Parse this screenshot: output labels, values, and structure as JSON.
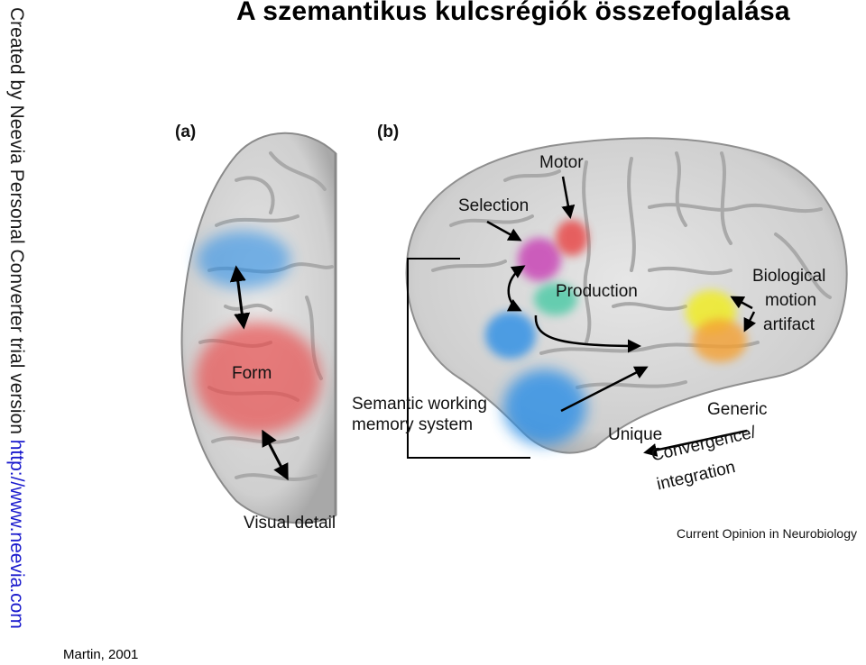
{
  "title": "A szemantikus kulcsrégiók összefoglalása",
  "watermark": {
    "text": "Created by Neevia Personal Converter trial version ",
    "link": "http://www.neevia.com"
  },
  "panel_a": {
    "label": "(a)",
    "form_label": "Form",
    "visual_detail_label": "Visual detail"
  },
  "panel_b": {
    "label": "(b)",
    "motor_label": "Motor",
    "selection_label": "Selection",
    "production_label": "Production",
    "biological_label": "Biological",
    "motion_label": "motion",
    "artifact_label": "artifact",
    "semantic_line1": "Semantic working",
    "semantic_line2": "memory system",
    "generic_label": "Generic",
    "unique_label": "Unique",
    "convergence_line1": "Convergence/",
    "convergence_line2": "integration"
  },
  "source": "Current Opinion in Neurobiology",
  "credit": "Martin, 2001",
  "colors": {
    "form": "#e85050",
    "blue": "#2a8ee6",
    "selection": "#c83cb4",
    "motor": "#e84040",
    "production": "#3cc8a0",
    "yellow": "#f0ec28",
    "orange": "#f4a030",
    "brain": "#d9d9d9"
  }
}
